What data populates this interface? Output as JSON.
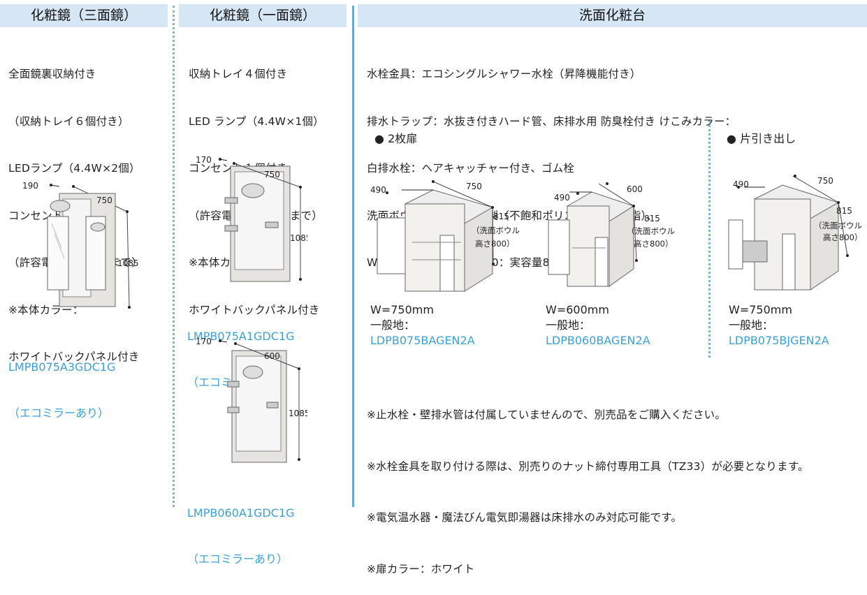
{
  "headers": {
    "mirror3": "化粧鏡（三面鏡）",
    "mirror1": "化粧鏡（一面鏡）",
    "vanity": "洗面化粧台"
  },
  "mirror3": {
    "features": [
      "全面鏡裏収納付き",
      "（収納トレイ６個付き）",
      "LEDランプ（4.4W×2個）",
      "コンセント１個付き",
      "（許容電力 :1200Wまで）",
      "※本体カラー：",
      "ホワイトバックパネル付き"
    ],
    "dims": {
      "d": "190",
      "w": "750",
      "h": "1085"
    },
    "model": "LMPB075A3GDC1G",
    "eco": "（エコミラーあり）"
  },
  "mirror1": {
    "features": [
      "収納トレイ４個付き",
      "LED ランプ（4.4W×1個）",
      "コンセント１個付き",
      "（許容電力 :1200Wまで）",
      "※本体カラー：",
      "ホワイトバックパネル付き"
    ],
    "item1": {
      "dims": {
        "d": "170",
        "w": "750",
        "h": "1085"
      },
      "model": "LMPB075A1GDC1G",
      "eco": "（エコミラーあり）"
    },
    "item2": {
      "dims": {
        "d": "170",
        "w": "600",
        "h": "1085"
      },
      "model": "LMPB060A1GDC1G",
      "eco": "（エコミラーあり）"
    }
  },
  "vanity": {
    "specs": [
      "水栓金具：エコシングルシャワー水栓（昇降機能付き）",
      "排水トラップ：水抜き付きハード管、床排水用 防臭栓付き けこみカラー：",
      "白排水栓：ヘアキャッチャー付き、ゴム栓",
      "洗面ボウル：人工大理石製（不飽和ポリエステル系樹脂）、",
      "W600：実容量7L、W750：実容量8.5L"
    ],
    "type1": "2枚扉",
    "type2": "片引き出し",
    "bowl_note_1": "（洗面ボウル",
    "bowl_note_2": "高さ800）",
    "products": [
      {
        "d": "490",
        "w": "750",
        "h": "815",
        "size": "W=750mm",
        "label": "一般地：",
        "model": "LDPB075BAGEN2A"
      },
      {
        "d": "490",
        "w": "600",
        "h": "815",
        "size": "W=600mm",
        "label": "一般地：",
        "model": "LDPB060BAGEN2A"
      },
      {
        "d": "490",
        "w": "750",
        "h": "815",
        "size": "W=750mm",
        "label": "一般地：",
        "model": "LDPB075BJGEN2A"
      }
    ],
    "notes": [
      "※止水栓・壁排水管は付属していませんので、別売品をご購入ください。",
      "※水栓金具を取り付ける際は、別売りのナット締付専用工具（TZ33）が必要となります。",
      "※電気温水器・魔法びん電気即湯器は床排水のみ対応可能です。",
      "※扉カラー：ホワイト"
    ]
  },
  "colors": {
    "header_bg": "#d6e6f4",
    "model_text": "#3aa0dc",
    "separator": "#6aa8d8"
  }
}
